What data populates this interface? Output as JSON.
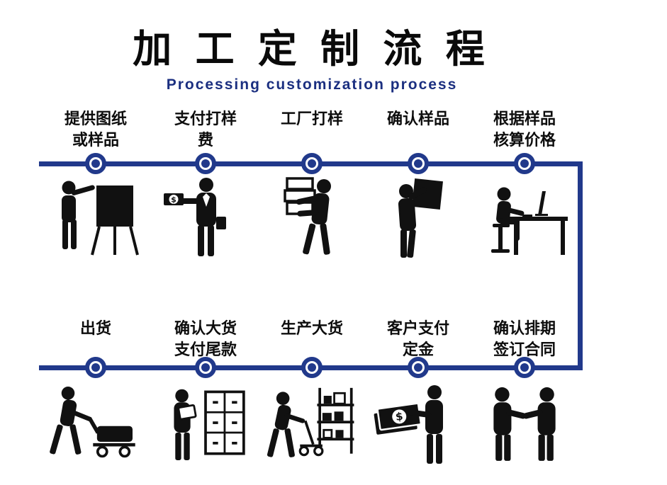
{
  "header": {
    "title": "加 工 定 制 流 程",
    "subtitle": "Processing customization process"
  },
  "colors": {
    "line": "#21398b",
    "subtitle": "#1b2f80",
    "text": "#111111"
  },
  "steps": {
    "top": [
      {
        "label": "提供图纸\n或样品",
        "icon": "presenter-easel-icon"
      },
      {
        "label": "支付打样\n费",
        "icon": "pay-money-icon"
      },
      {
        "label": "工厂打样",
        "icon": "carry-stack-icon"
      },
      {
        "label": "确认样品",
        "icon": "carry-box-icon"
      },
      {
        "label": "根据样品\n核算价格",
        "icon": "desk-computer-icon"
      }
    ],
    "bottom": [
      {
        "label": "出货",
        "icon": "cart-shipment-icon"
      },
      {
        "label": "确认大货\n支付尾款",
        "icon": "inspect-cabinet-icon"
      },
      {
        "label": "生产大货",
        "icon": "warehouse-trolley-icon"
      },
      {
        "label": "客户支付\n定金",
        "icon": "hold-money-icon"
      },
      {
        "label": "确认排期\n签订合同",
        "icon": "handshake-icon"
      }
    ]
  }
}
